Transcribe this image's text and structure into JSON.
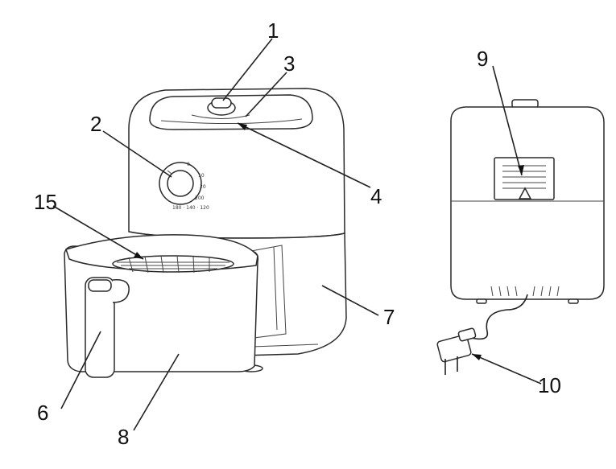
{
  "callouts": [
    {
      "id": "1",
      "text": "1"
    },
    {
      "id": "2",
      "text": "2"
    },
    {
      "id": "3",
      "text": "3"
    },
    {
      "id": "4",
      "text": "4"
    },
    {
      "id": "6",
      "text": "6"
    },
    {
      "id": "7",
      "text": "7"
    },
    {
      "id": "8",
      "text": "8"
    },
    {
      "id": "9",
      "text": "9"
    },
    {
      "id": "10",
      "text": "10"
    },
    {
      "id": "15",
      "text": "15"
    }
  ],
  "colors": {
    "outline": "#2a2a2a",
    "background": "#ffffff",
    "label": "#111111"
  }
}
